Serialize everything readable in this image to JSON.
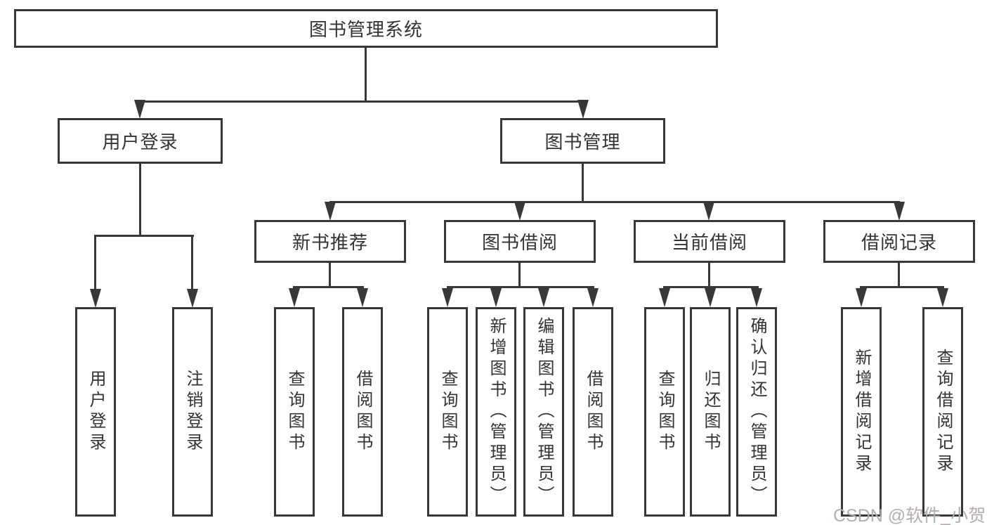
{
  "diagram": {
    "title_node": "图书管理系统",
    "level2": [
      "用户登录",
      "图书管理"
    ],
    "level3": [
      "新书推荐",
      "图书借阅",
      "当前借阅",
      "借阅记录"
    ],
    "leaves": {
      "user_login": [
        "用户登录",
        "注销登录"
      ],
      "new_books": [
        "查询图书",
        "借阅图书"
      ],
      "borrowing": [
        "查询图书",
        "新增图书（管理员）",
        "编辑图书（管理员）",
        "借阅图书"
      ],
      "current": [
        "查询图书",
        "归还图书",
        "确认归还（管理员）"
      ],
      "records": [
        "新增借阅记录",
        "查询借阅记录"
      ]
    }
  },
  "watermark": "CSDN @软件_小贺同学",
  "colors": {
    "line": "#383838",
    "text": "#333333",
    "watermark": "#b5adad",
    "background": "#ffffff"
  }
}
